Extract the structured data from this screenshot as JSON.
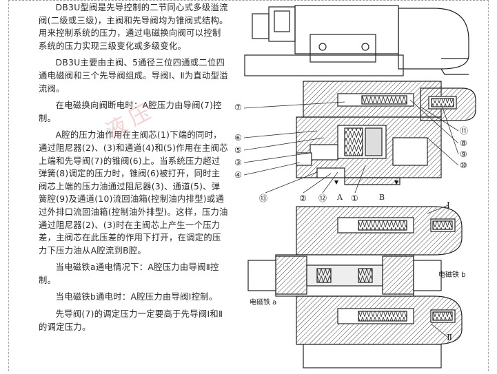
{
  "paragraphs": [
    "DB3U型阀是先导控制的二节同心式多级溢流阀(二级或三级)，主阀和先导阀均为锥阀式结构。用来控制系统的压力，通过电磁换向阀可以控制系统的压力实现三级变化或多级变化。",
    "DB3U主要由主阀、5通径三位四通或二位四通电磁阀和三个先导阀组成。导阀Ⅰ、Ⅱ为直动型溢流阀。",
    "在电磁换向阀断电时：A腔压力由导阀(7)控制。",
    "A腔的压力油作用在主阀芯(1)下端的同时，通过阻尼器(2)、(3)和通道(4)和(5)作用在主阀芯上端和先导阀(7)的锥阀(6)上。当系统压力超过弹簧(8)调定的压力时，锥阀(6)被打开，同时主阀芯上端的压力油通过阻尼器(3)、通道(5)、弹簧腔(9)及通道(10)流回油箱(控制油内排型)或通过外排口流回油箱(控制油外排型)。这样，压力油通过阻尼器(2)、(3)时在主阀芯上产生一个压力差，主阀芯在此压差的作用下打开，在调定的压力下压力油从A腔流到B腔。",
    "当电磁铁a通电情况下：A腔压力由导阀Ⅱ控制。",
    "当电磁铁b通电时：A腔压力由导阀Ⅰ控制。",
    "先导阀(7)的调定压力一定要高于先导阀Ⅰ和Ⅱ的调定压力。"
  ],
  "figure": {
    "callouts": [
      "⑦",
      "⑥",
      "⑤",
      "③",
      "④",
      "⑪",
      "⑧",
      "⑨",
      "⑩",
      "⑬",
      "②",
      "⑫",
      "①"
    ],
    "port_a": "A",
    "port_b": "B",
    "pilot_1": "Ⅰ",
    "pilot_2": "Ⅱ",
    "solenoid_b": "电磁铁 b",
    "solenoid_a": "电磁铁 a"
  },
  "watermark": "液压"
}
